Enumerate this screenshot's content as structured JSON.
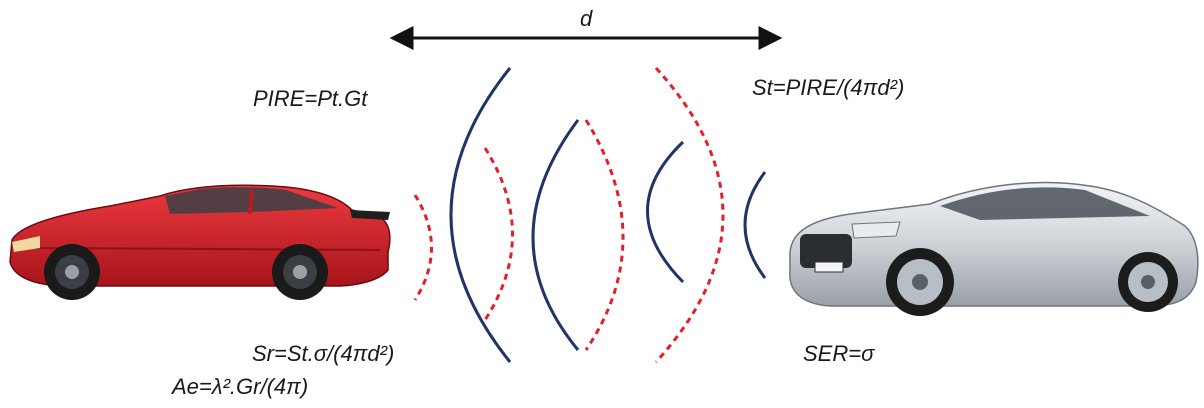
{
  "labels": {
    "distance": "d",
    "pire": "PIRE=Pt.Gt",
    "st": "St=PIRE/(4πd²)",
    "sr": "Sr=St.σ/(4πd²)",
    "ae": "Ae=λ².Gr/(4π)",
    "ser": "SER=σ"
  },
  "colors": {
    "transmitted_wave": "#1f3566",
    "reflected_wave": "#e0202a",
    "text": "#1a1a1a",
    "radar_car_body": "#d8202b",
    "target_car_body": "#c9cdd2"
  }
}
